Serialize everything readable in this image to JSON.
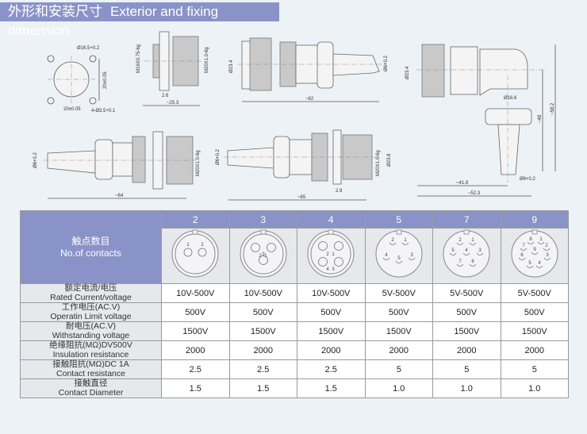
{
  "header": {
    "title_cn": "外形和安装尺寸",
    "title_en": "Exterior and fixing dimension"
  },
  "drawings": {
    "panel_cutout": {
      "hole_dia": "Ø16.5+0.2",
      "spacing_v": "20±0.05",
      "spacing_h": "20±0.05",
      "mount_holes": "4-Ø3.5+0.1"
    },
    "receptacle_flange": {
      "thread_rear": "M16X0.75-6g",
      "thread_front": "M20X1.0-6g",
      "flange": "2.6",
      "length": "~25.3"
    },
    "straight_plug": {
      "dia": "Ø23.4",
      "cable": "Ø6+0.2",
      "length": "~62"
    },
    "right_angle_plug": {
      "dia": "Ø23.4",
      "inner_dia": "Ø16.6",
      "height1": "~48",
      "height2": "~58.2",
      "width1": "~41.8",
      "width2": "~52.3",
      "cable": "Ø6+0.2"
    },
    "cable_receptacle_flange": {
      "cable": "Ø6+0.2",
      "thread": "M20X1.0-6g",
      "length": "~64"
    },
    "cable_receptacle_nut": {
      "cable": "Ø6+0.2",
      "thread": "M20X1.0-6g",
      "dia": "Ø23.8",
      "flange": "2.9",
      "length": "~65"
    }
  },
  "table": {
    "header_label_cn": "触点数目",
    "header_label_en": "No.of contacts",
    "columns": [
      "2",
      "3",
      "4",
      "5",
      "7",
      "9"
    ],
    "pin_layouts": [
      {
        "type": "round",
        "pins": [
          "1",
          "2"
        ]
      },
      {
        "type": "round",
        "pins": [
          "2",
          "1",
          "3"
        ]
      },
      {
        "type": "round",
        "pins": [
          "2",
          "1",
          "4",
          "3"
        ]
      },
      {
        "type": "cup",
        "pins": [
          "2",
          "1",
          "4",
          "5",
          "3"
        ]
      },
      {
        "type": "cup",
        "pins": [
          "2",
          "1",
          "5",
          "4",
          "3",
          "7",
          "6"
        ]
      },
      {
        "type": "cup",
        "pins": [
          "8",
          "1",
          "7",
          "2",
          "9",
          "6",
          "3",
          "5",
          "4"
        ]
      }
    ],
    "rows": [
      {
        "label_cn": "额定电流/电压",
        "label_en": "Rated Current/voltage",
        "values": [
          "10V-500V",
          "10V-500V",
          "10V-500V",
          "5V-500V",
          "5V-500V",
          "5V-500V"
        ]
      },
      {
        "label_cn": "工作电压(AC.V)",
        "label_en": "Operatin Limit voltage",
        "values": [
          "500V",
          "500V",
          "500V",
          "500V",
          "500V",
          "500V"
        ]
      },
      {
        "label_cn": "耐电压(AC.V)",
        "label_en": "Withstanding voltage",
        "values": [
          "1500V",
          "1500V",
          "1500V",
          "1500V",
          "1500V",
          "1500V"
        ]
      },
      {
        "label_cn": "绝缘阻抗(MΩ)DV500V",
        "label_en": "Insulation resistance",
        "values": [
          "2000",
          "2000",
          "2000",
          "2000",
          "2000",
          "2000"
        ]
      },
      {
        "label_cn": "接触阻抗(MΩ)DC 1A",
        "label_en": "Contact resistance",
        "values": [
          "2.5",
          "2.5",
          "2.5",
          "5",
          "5",
          "5"
        ]
      },
      {
        "label_cn": "接触直径",
        "label_en": "Contact Diameter",
        "values": [
          "1.5",
          "1.5",
          "1.5",
          "1.0",
          "1.0",
          "1.0"
        ]
      }
    ]
  }
}
